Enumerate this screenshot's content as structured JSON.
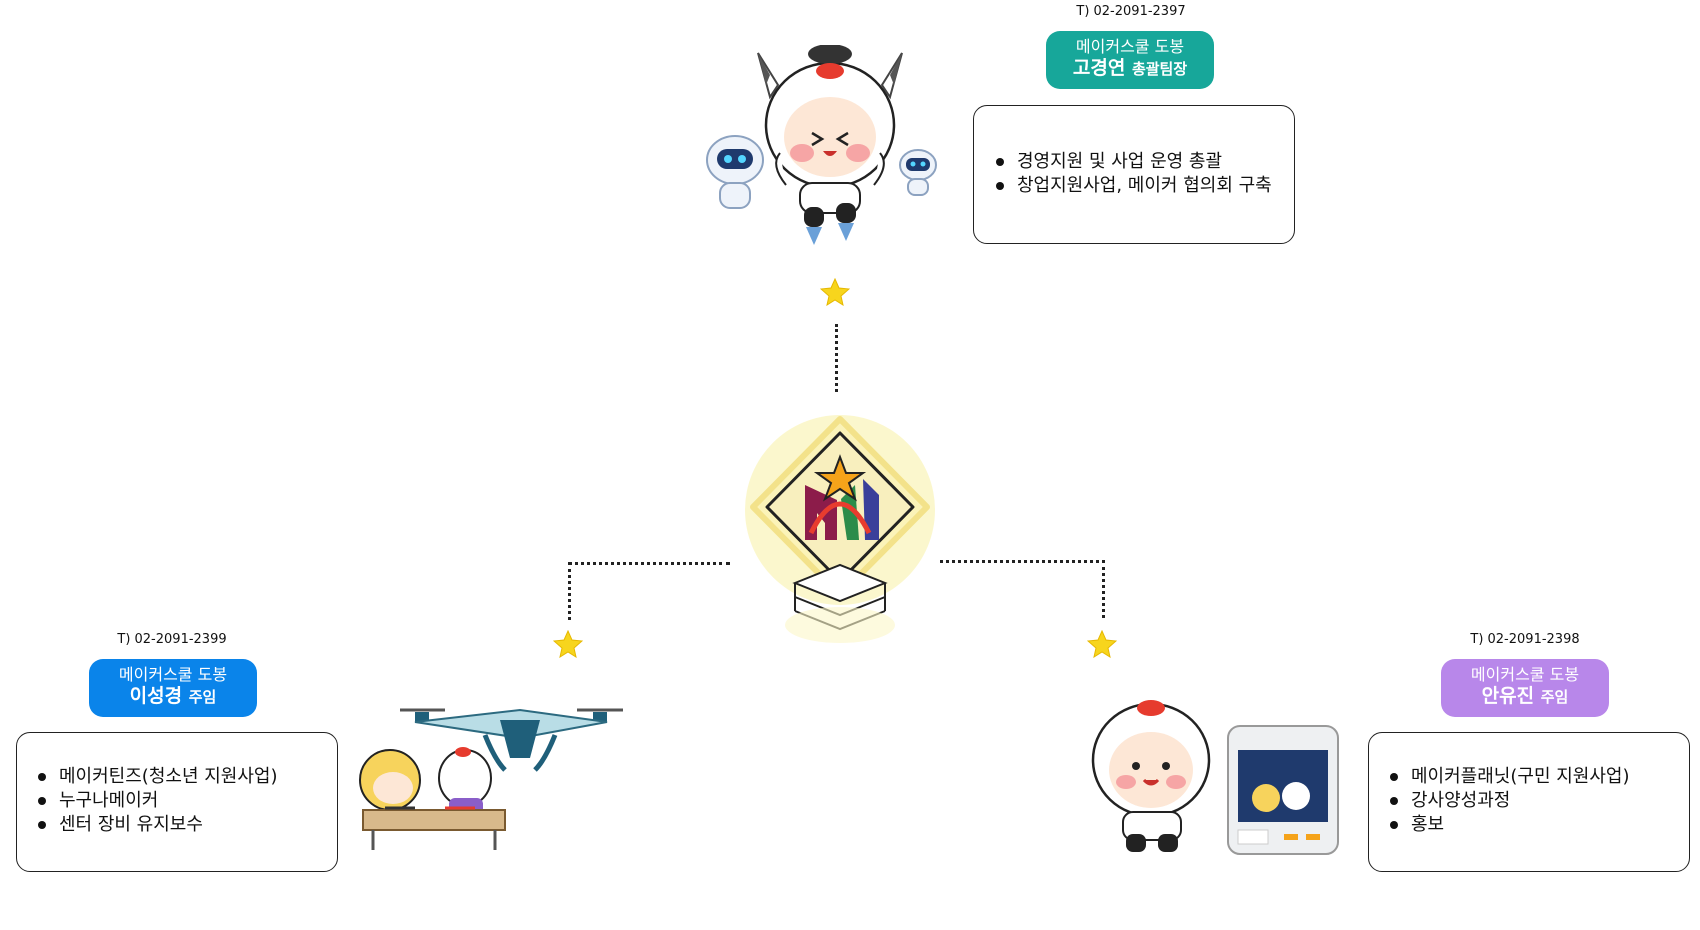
{
  "top": {
    "phone": "T) 02-2091-2397",
    "org": "메이커스쿨 도봉",
    "name": "고경연",
    "role": "총괄팀장",
    "duties": [
      "경영지원 및 사업 운영 총괄",
      "창업지원사업, 메이커 협의회 구축"
    ],
    "color": "#17a79a"
  },
  "left": {
    "phone": "T) 02-2091-2399",
    "org": "메이커스쿨 도봉",
    "name": "이성경",
    "role": "주임",
    "duties": [
      "메이커틴즈(청소년 지원사업)",
      "누구나메이커",
      "센터 장비 유지보수"
    ],
    "color": "#0a84ea"
  },
  "right": {
    "phone": "T) 02-2091-2398",
    "org": "메이커스쿨 도봉",
    "name": "안유진",
    "role": "주임",
    "duties": [
      "메이커플래닛(구민 지원사업)",
      "강사양성과정",
      "홍보"
    ],
    "color": "#b887ea"
  },
  "icons": [
    "star-icon",
    "makerspace-logo-icon",
    "mascot-icon",
    "robot-icon",
    "drone-icon",
    "3d-printer-icon"
  ]
}
